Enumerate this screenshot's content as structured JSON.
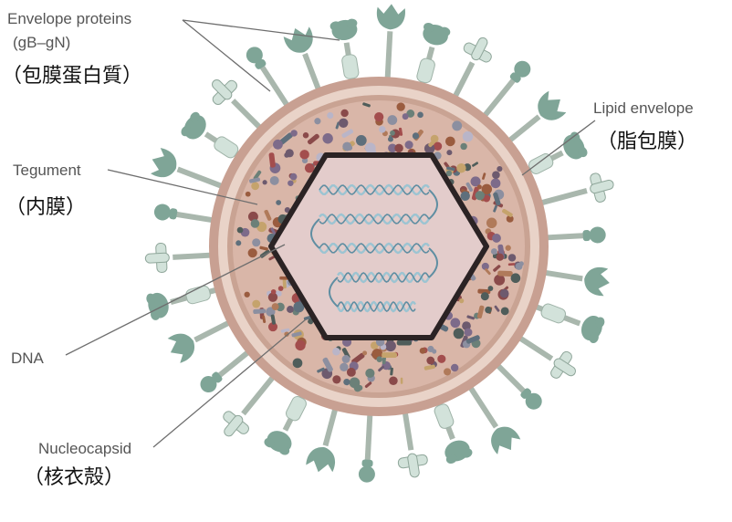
{
  "labels": {
    "envelope_proteins": {
      "line1": "Envelope proteins",
      "line2": "(gB–gN)",
      "zh": "（包膜蛋白質）"
    },
    "tegument": {
      "en": "Tegument",
      "zh": "（内膜）"
    },
    "dna": {
      "en": "DNA"
    },
    "nucleocapsid": {
      "en": "Nucleocapsid",
      "zh": "（核衣殻）"
    },
    "lipid_envelope": {
      "en": "Lipid envelope",
      "zh": "（脂包膜）"
    }
  },
  "colors": {
    "envelope_outer": "#c8a092",
    "envelope_inner": "#e9d3c8",
    "tegument_fill": "#d9b6a8",
    "capsid_fill": "#e3cccb",
    "capsid_stroke": "#2b2324",
    "dna_strand": "#9cc4d2",
    "dna_strand_dark": "#5f8ea2",
    "spike_green": "#7fa597",
    "spike_stalk": "#a9b7ad",
    "spike_pale": "#d2e2da",
    "leader_line": "#6e6e6e"
  },
  "icons": [
    "virion-icon",
    "nucleocapsid-icon",
    "dna-helix-icon",
    "glycoprotein-spike-icon"
  ]
}
